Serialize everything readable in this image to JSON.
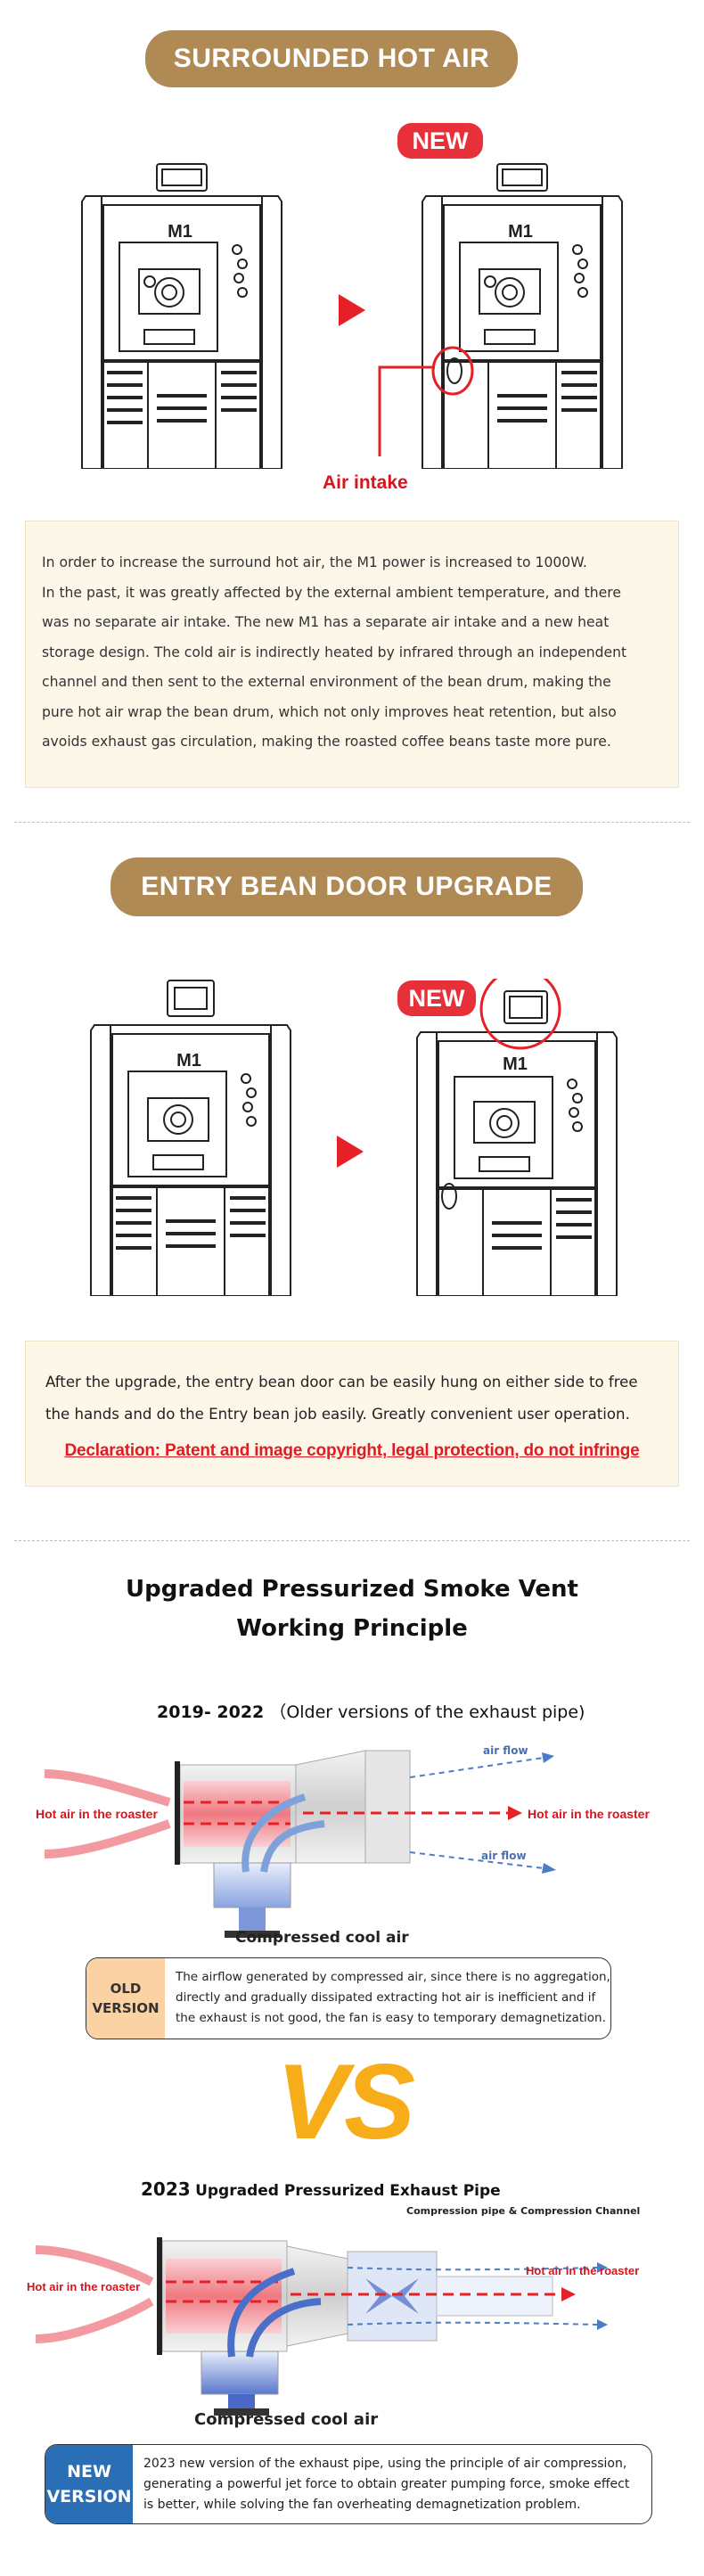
{
  "section1": {
    "heading": "SURROUNDED HOT AIR",
    "new_badge": "NEW",
    "machine_label_left": "M1",
    "machine_label_right": "M1",
    "callout": "Air intake",
    "paragraph": [
      "In order to increase the surround hot air, the M1 power is increased to 1000W.",
      "In the past, it was greatly affected by the external ambient temperature, and there",
      "was no separate air intake. The new M1 has a separate air intake and a new heat",
      "storage design. The cold air is indirectly heated by infrared through an independent",
      "channel and then sent to the external environment of the bean drum, making the",
      "pure hot air wrap the bean drum, which not only improves heat retention, but also",
      "avoids exhaust gas circulation, making the roasted coffee beans taste more pure."
    ]
  },
  "section2": {
    "heading": "ENTRY BEAN DOOR UPGRADE",
    "new_badge": "NEW",
    "machine_label_left": "M1",
    "machine_label_right": "M1",
    "paragraph": [
      "After the upgrade, the entry bean door can be easily hung on either side to free",
      "the hands and do the Entry bean job easily. Greatly convenient user operation."
    ],
    "declaration": "Declaration: Patent and image copyright, legal protection, do not infringe"
  },
  "section3": {
    "title_line1": "Upgraded Pressurized Smoke Vent",
    "title_line2": "Working Principle",
    "old_years": "2019- 2022",
    "old_subtitle": "（Older versions of the exhaust pipe)",
    "old_labels": {
      "air_flow_top": "air flow",
      "air_flow_bottom": "air flow",
      "hot_left": "Hot air in the roaster",
      "hot_right": "Hot air in the roaster",
      "cool": "Compressed cool air"
    },
    "old_tag_line1": "OLD",
    "old_tag_line2": "VERSION",
    "old_text": [
      "The airflow generated by compressed air, since there is no aggregation,",
      "directly and gradually dissipated extracting hot air is inefficient and if",
      "the exhaust is not good, the fan is easy to temporary demagnetization."
    ],
    "vs": "VS",
    "new_year": "2023",
    "new_subtitle": "Upgraded Pressurized Exhaust Pipe",
    "new_labels": {
      "channel": "Compression pipe & Compression Channel",
      "hot_left": "Hot air in the roaster",
      "hot_right": "Hot air in the roaster",
      "cool": "Compressed cool air"
    },
    "new_tag_line1": "NEW",
    "new_tag_line2": "VERSION",
    "new_text": [
      "2023 new version of the exhaust pipe, using the principle of air compression,",
      "generating a powerful jet force to obtain greater pumping force, smoke effect",
      "is better, while solving the fan overheating demagnetization problem."
    ]
  }
}
